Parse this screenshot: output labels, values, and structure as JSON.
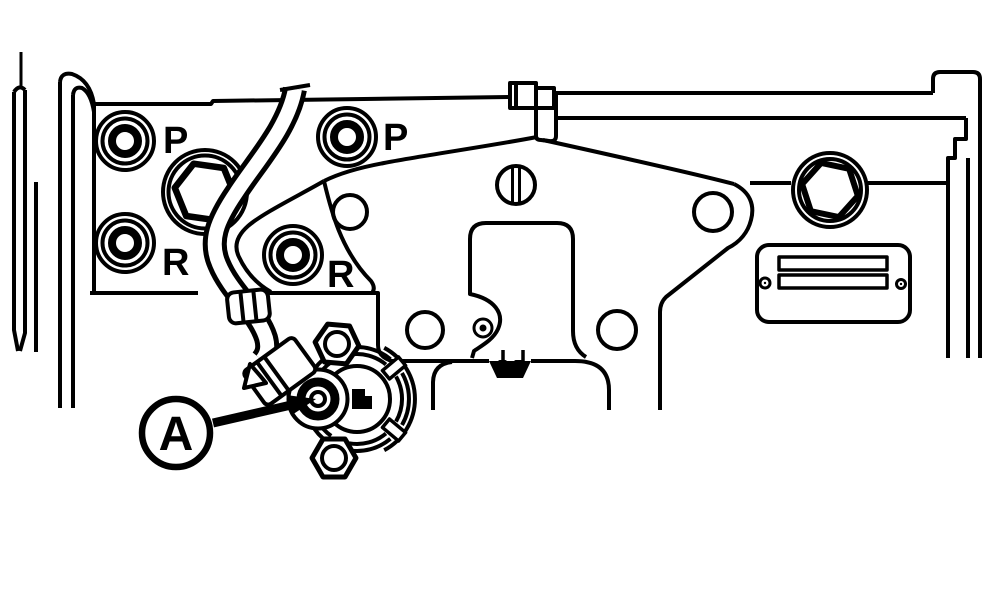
{
  "figure": {
    "type": "technical-line-diagram",
    "subject": "transmission case side view with pressure ports and sensor callout",
    "background_color": "#ffffff",
    "line_color": "#000000",
    "port_labels": {
      "left_p": "P",
      "left_r": "R",
      "right_p": "P",
      "right_r": "R"
    },
    "callout_a": "A"
  }
}
